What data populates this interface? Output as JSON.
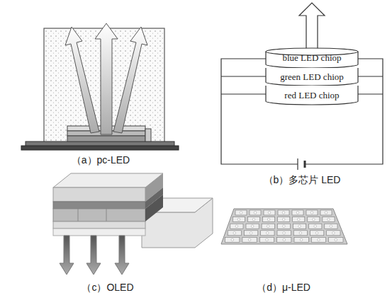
{
  "diagram": {
    "nodes": [
      {
        "text": [
          "blue LED chiop"
        ]
      },
      {
        "text": [
          "green LED chiop"
        ]
      },
      {
        "text": [
          "red LED chiop"
        ]
      }
    ],
    "labels": [
      "（a）pc-LED",
      "（b）多芯片 LED",
      "（c）OLED",
      "（d）μ-LED"
    ]
  }
}
